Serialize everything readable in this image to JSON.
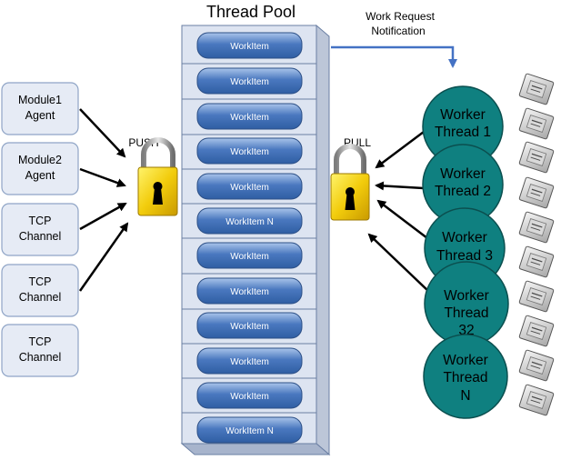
{
  "title": "Thread Pool",
  "notification": {
    "line1": "Work Request",
    "line2": "Notification"
  },
  "push_label": "PUSH",
  "pull_label": "PULL",
  "sources": [
    {
      "line1": "Module1",
      "line2": "Agent"
    },
    {
      "line1": "Module2",
      "line2": "Agent"
    },
    {
      "line1": "TCP",
      "line2": "Channel"
    },
    {
      "line1": "TCP",
      "line2": "Channel"
    },
    {
      "line1": "TCP",
      "line2": "Channel"
    }
  ],
  "work_items": [
    "WorkItem",
    "WorkItem",
    "WorkItem",
    "WorkItem",
    "WorkItem",
    "WorkItem N",
    "WorkItem",
    "WorkItem",
    "WorkItem",
    "WorkItem",
    "WorkItem",
    "WorkItem N"
  ],
  "workers": [
    [
      "Worker",
      "Thread 1"
    ],
    [
      "Worker",
      "Thread 2"
    ],
    [
      "Worker",
      "Thread 3"
    ],
    [
      "Worker",
      "Thread",
      "32"
    ],
    [
      "Worker",
      "Thread",
      "N"
    ]
  ],
  "colors": {
    "worker_fill": "#0f8080",
    "workitem_fill": "#4a78bf",
    "arrow_blue": "#4472c4",
    "source_fill": "#e6ebf5",
    "lock_body": "#f2cc0c"
  },
  "icons": [
    "padlock-icon",
    "cpu-chip-icon"
  ]
}
